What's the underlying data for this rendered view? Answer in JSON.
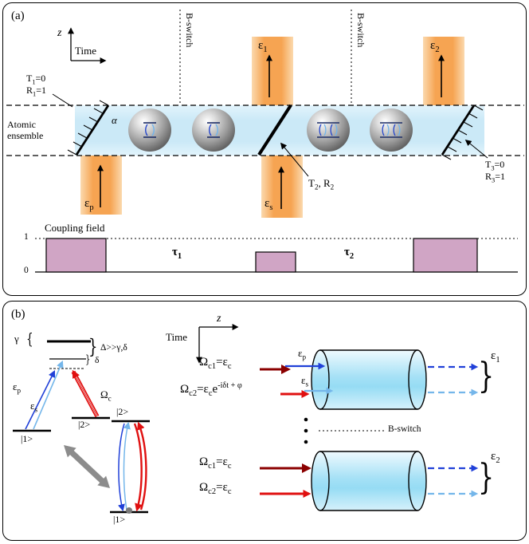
{
  "colors": {
    "orange-core": "#F6A452",
    "orange-edge": "#FBD9AE",
    "ensemble-blue": "#CBE9F7",
    "pulse-pink": "#D0A5C5",
    "signal-blue": "#2040D8",
    "signal-lightblue": "#74B6EA",
    "coupling-red": "#E01010",
    "coupling-darkred": "#8B0000",
    "sphere-gray": "#9A9A9A",
    "arrow-gray": "#8C8C8C"
  },
  "panel_a": {
    "tag": "(a)",
    "axis_z": "z",
    "axis_time": "Time",
    "b_switch": "B-switch",
    "mirror1_t": "T_{1}=0",
    "mirror1_r": "R_{1}=1",
    "alpha": "α",
    "ensemble": "Atomic ensemble",
    "field_p": "ε_{p}",
    "field_s": "ε_{s}",
    "field_1": "ε_{1}",
    "field_2": "ε_{2}",
    "splitter": "T_{2}, R_{2}",
    "mirror3_t": "T_{3}=0",
    "mirror3_r": "R_{3}=1",
    "coupling_title": "Coupling field",
    "level_one": "1",
    "level_zero": "0",
    "tau1": "τ_{1}",
    "tau2": "τ_{2}"
  },
  "panel_b": {
    "tag": "(b)",
    "gamma": "γ",
    "brace_open": "{",
    "brace_close": "}",
    "detuning_big": "Δ>>γ,δ",
    "detuning_small": "δ",
    "field_p": "ε_{p}",
    "field_s": "ε_{s}",
    "omega_c": "Ω_{c}",
    "ket1": "|1>",
    "ket2": "|2>",
    "axis_z": "z",
    "axis_time": "Time",
    "b_switch": "B-switch",
    "block1": {
      "c1": "Ω_{c1}=ε_{c}",
      "in_p": "ε_{p}",
      "c2": "Ω_{c2}=ε_{c}e^{-iδt + φ}",
      "in_s": "ε_{s}",
      "out": "ε_{1}"
    },
    "block2": {
      "c1": "Ω_{c1}=ε_{c}",
      "c2": "Ω_{c2}=ε_{c}",
      "out": "ε_{2}"
    }
  }
}
